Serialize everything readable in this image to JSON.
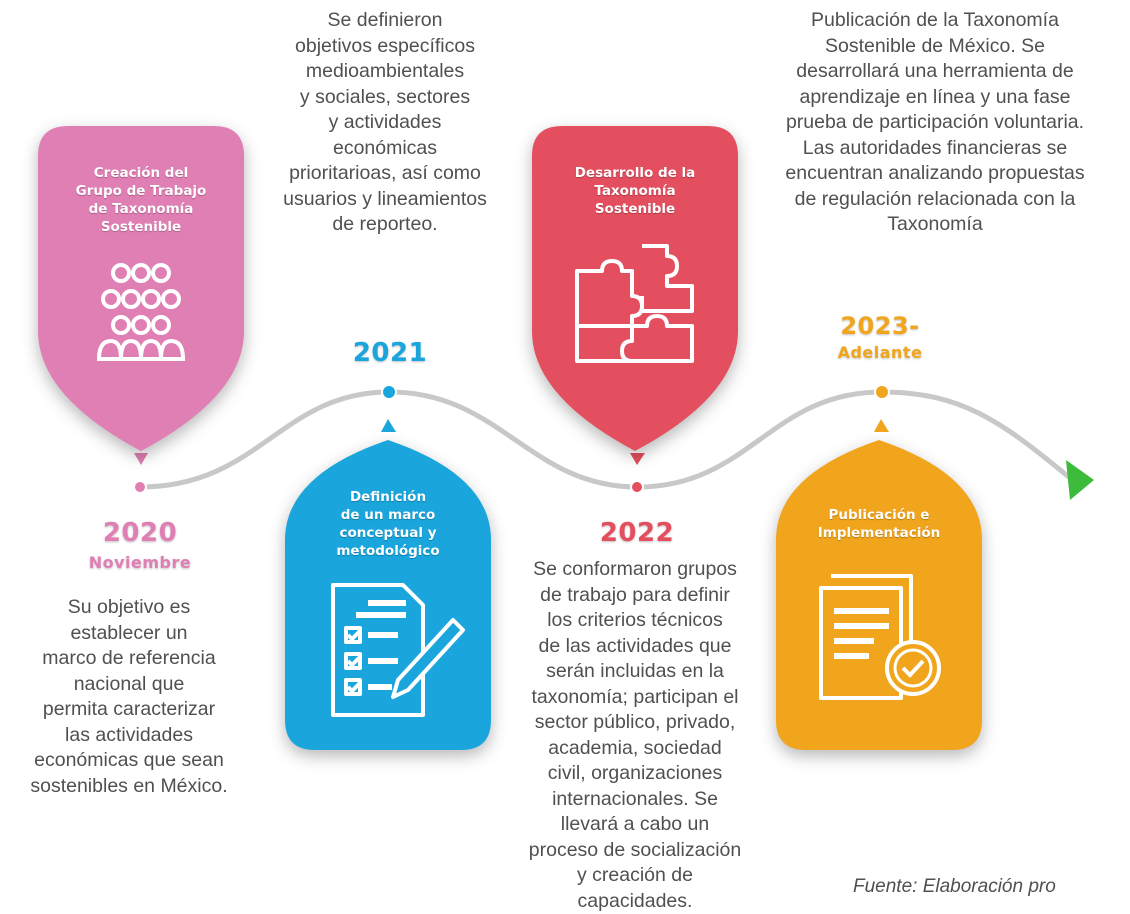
{
  "timeline": {
    "colors": {
      "pink": "#e07fb4",
      "blue": "#1aa6dd",
      "red": "#e34f5f",
      "orange": "#f0a51d",
      "line": "#c8c8c8",
      "arrow": "#3cbb3c"
    },
    "stages": [
      {
        "title": "Creación del\nGrupo de Trabajo\nde Taxonomía\nSostenible",
        "icon": "people-group-icon",
        "year": "2020",
        "subyear": "Noviembre",
        "description": "Su objetivo es\nestablecer un\nmarco de referencia\nnacional que\npermita caracterizar\nlas actividades\neconómicas que sean\nsostenibles en México."
      },
      {
        "title": "Definición\nde un marco\nconceptual y\nmetodológico",
        "icon": "checklist-pen-icon",
        "year": "2021",
        "description": "Se definieron\nobjetivos específicos\nmedioambientales\ny sociales, sectores\ny actividades\neconómicas\nprioritarioas, así como\nusuarios y lineamientos\nde reporteo."
      },
      {
        "title": "Desarrollo de la\nTaxonomía\nSostenible",
        "icon": "puzzle-icon",
        "year": "2022",
        "description": "Se conformaron grupos\nde trabajo para definir\nlos criterios técnicos\nde las actividades que\nserán incluidas en la\ntaxonomía; participan el\nsector público, privado,\nacademia, sociedad\ncivil, organizaciones\ninternacionales. Se\nllevará a cabo un\nproceso de socialización\ny creación de\ncapacidades."
      },
      {
        "title": "Publicación e\nImplementación",
        "icon": "document-check-icon",
        "year": "2023-",
        "subyear": "Adelante",
        "description": "Publicación de la Taxonomía\nSostenible de México. Se\ndesarrollará una herramienta de\naprendizaje en línea y una fase\nprueba de participación voluntaria.\nLas autoridades financieras se\nencuentran analizando propuestas\nde regulación relacionada con la\nTaxonomía"
      }
    ]
  },
  "source": "Fuente: Elaboración pro"
}
